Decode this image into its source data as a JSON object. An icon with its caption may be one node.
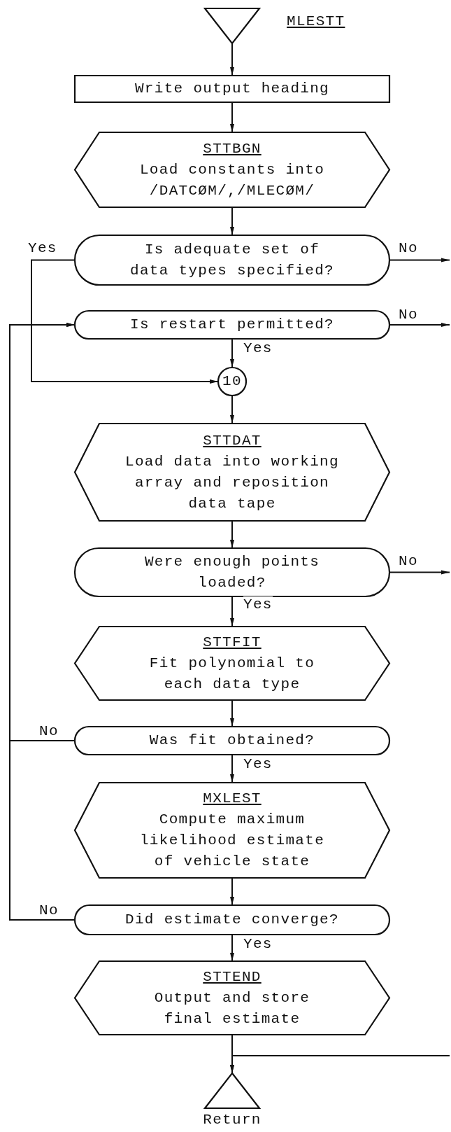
{
  "diagram": {
    "title": "MLESTT",
    "nodes": [
      {
        "text": [],
        "shape": "triangle"
      },
      {
        "text": [
          "Write output heading"
        ]
      },
      {
        "text": [
          "STTBGN",
          "Load constants into /DATCØM/,/MLECØM/"
        ]
      },
      {
        "text": [
          "Is adequate set of data types specified?"
        ]
      },
      {
        "text": [
          "Is restart permitted?"
        ]
      },
      {
        "text": [
          "10"
        ]
      },
      {
        "text": [
          "STTDAT",
          "Load data into working array and reposition data tape"
        ]
      },
      {
        "text": [
          "Were enough points loaded?"
        ]
      },
      {
        "text": [
          "STTFIT",
          "Fit polynomial to each data type"
        ]
      },
      {
        "text": [
          "Was fit obtained?"
        ]
      },
      {
        "text": [
          "MXLEST",
          "Compute maximum likelihood estimate of vehicle state"
        ]
      },
      {
        "text": [
          "Did estimate converge?"
        ]
      },
      {
        "text": [
          "STTEND",
          "Output and store final estimate"
        ]
      },
      {
        "text": [],
        "shape": "triangle",
        "beside": [
          "Return"
        ]
      }
    ],
    "edges": [
      {
        "from": 0,
        "to": 1,
        "arrow": "to"
      },
      {
        "from": 1,
        "to": 2,
        "arrow": "to"
      },
      {
        "from": 2,
        "to": 3,
        "arrow": "to"
      },
      {
        "from": 3,
        "to": 5,
        "arrow": "to",
        "label": "Yes"
      },
      {
        "from": 3,
        "to": null,
        "arrow": "to",
        "label": "No"
      },
      {
        "from": 4,
        "to": 5,
        "arrow": "to",
        "label": "Yes"
      },
      {
        "from": 4,
        "to": null,
        "arrow": "to",
        "label": "No"
      },
      {
        "from": 5,
        "to": 6,
        "arrow": "to"
      },
      {
        "from": 6,
        "to": 7,
        "arrow": "to"
      },
      {
        "from": 7,
        "to": 8,
        "arrow": "to",
        "label": "Yes"
      },
      {
        "from": 7,
        "to": null,
        "arrow": "to",
        "label": "No"
      },
      {
        "from": 8,
        "to": 9,
        "arrow": "to"
      },
      {
        "from": 9,
        "to": 4,
        "arrow": "to",
        "label": "No"
      },
      {
        "from": 10,
        "to": 11,
        "arrow": "to"
      },
      {
        "from": 11,
        "to": 4,
        "arrow": "to",
        "label": "No"
      },
      {
        "from": 11,
        "to": 12,
        "arrow": "to",
        "label": "Yes"
      },
      {
        "from": 12,
        "to": 13,
        "arrow": "to"
      },
      {
        "from": null,
        "to": 13,
        "arrow": "to"
      },
      {
        "from": 9,
        "to": 10,
        "arrow": "to",
        "label": "Yes"
      }
    ]
  }
}
